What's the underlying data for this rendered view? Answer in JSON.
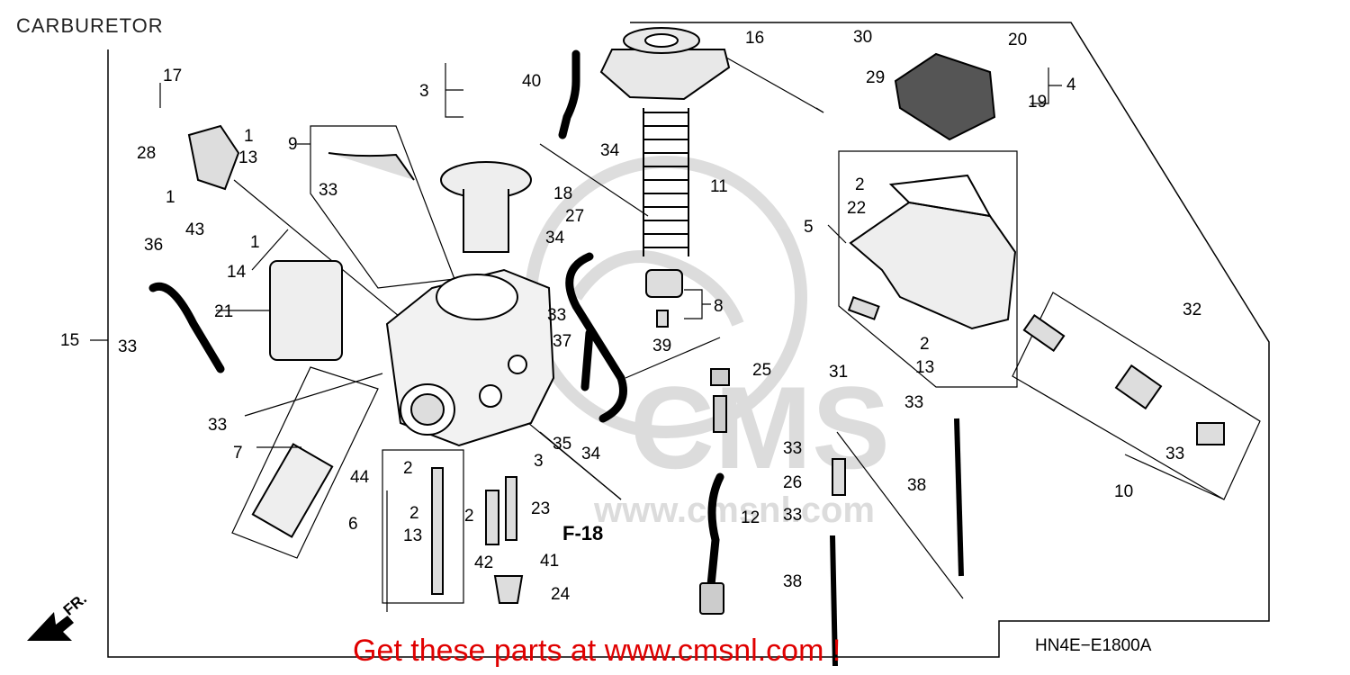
{
  "title": "CARBURETOR",
  "diagram_code": "HN4E−E1800A",
  "ref_label": "F-18",
  "front_label": "FR.",
  "promo_text": "Get these parts at www.cmsnl.com !",
  "watermark": "CMS www.cmsnl.com",
  "colors": {
    "promo": "#e00000",
    "lines": "#000000",
    "watermark": "#d9d9d9"
  },
  "callouts": [
    {
      "id": "c17",
      "text": "17"
    },
    {
      "id": "c28",
      "text": "28"
    },
    {
      "id": "c1a",
      "text": "1"
    },
    {
      "id": "c13a",
      "text": "13"
    },
    {
      "id": "c1b",
      "text": "1"
    },
    {
      "id": "c43",
      "text": "43"
    },
    {
      "id": "c1c",
      "text": "1"
    },
    {
      "id": "c9",
      "text": "9"
    },
    {
      "id": "c33a",
      "text": "33"
    },
    {
      "id": "c3a",
      "text": "3"
    },
    {
      "id": "c40",
      "text": "40"
    },
    {
      "id": "c34a",
      "text": "34"
    },
    {
      "id": "c18",
      "text": "18"
    },
    {
      "id": "c16",
      "text": "16"
    },
    {
      "id": "c11",
      "text": "11"
    },
    {
      "id": "c27",
      "text": "27"
    },
    {
      "id": "c34b",
      "text": "34"
    },
    {
      "id": "c8",
      "text": "8"
    },
    {
      "id": "c33b",
      "text": "33"
    },
    {
      "id": "c37",
      "text": "37"
    },
    {
      "id": "c39",
      "text": "39"
    },
    {
      "id": "c30",
      "text": "30"
    },
    {
      "id": "c29",
      "text": "29"
    },
    {
      "id": "c20",
      "text": "20"
    },
    {
      "id": "c4",
      "text": "4"
    },
    {
      "id": "c19",
      "text": "19"
    },
    {
      "id": "c2a",
      "text": "2"
    },
    {
      "id": "c22",
      "text": "22"
    },
    {
      "id": "c5",
      "text": "5"
    },
    {
      "id": "c2b",
      "text": "2"
    },
    {
      "id": "c13b",
      "text": "13"
    },
    {
      "id": "c32",
      "text": "32"
    },
    {
      "id": "c31",
      "text": "31"
    },
    {
      "id": "c33c",
      "text": "33"
    },
    {
      "id": "c33d",
      "text": "33"
    },
    {
      "id": "c10",
      "text": "10"
    },
    {
      "id": "c36",
      "text": "36"
    },
    {
      "id": "c14",
      "text": "14"
    },
    {
      "id": "c21",
      "text": "21"
    },
    {
      "id": "c15",
      "text": "15"
    },
    {
      "id": "c33e",
      "text": "33"
    },
    {
      "id": "c33f",
      "text": "33"
    },
    {
      "id": "c7",
      "text": "7"
    },
    {
      "id": "c44",
      "text": "44"
    },
    {
      "id": "c6",
      "text": "6"
    },
    {
      "id": "c2c",
      "text": "2"
    },
    {
      "id": "c2d",
      "text": "2"
    },
    {
      "id": "c13c",
      "text": "13"
    },
    {
      "id": "c2e",
      "text": "2"
    },
    {
      "id": "c3b",
      "text": "3"
    },
    {
      "id": "c23",
      "text": "23"
    },
    {
      "id": "c42",
      "text": "42"
    },
    {
      "id": "c41",
      "text": "41"
    },
    {
      "id": "c24",
      "text": "24"
    },
    {
      "id": "c35",
      "text": "35"
    },
    {
      "id": "c34c",
      "text": "34"
    },
    {
      "id": "c25",
      "text": "25"
    },
    {
      "id": "c12",
      "text": "12"
    },
    {
      "id": "c33g",
      "text": "33"
    },
    {
      "id": "c26",
      "text": "26"
    },
    {
      "id": "c33h",
      "text": "33"
    },
    {
      "id": "c38a",
      "text": "38"
    },
    {
      "id": "c38b",
      "text": "38"
    }
  ]
}
